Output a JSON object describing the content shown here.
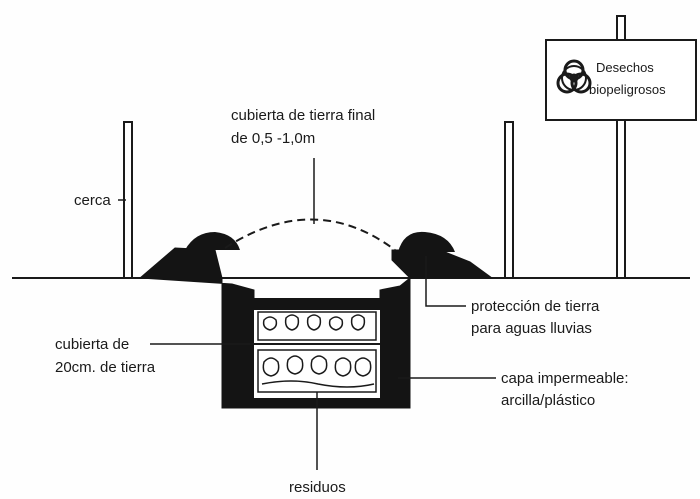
{
  "labels": {
    "final_cover_line1": "cubierta de tierra final",
    "final_cover_line2": "de 0,5 -1,0m",
    "fence": "cerca",
    "rain_protection_line1": "protección de tierra",
    "rain_protection_line2": "para aguas lluvias",
    "soil_cover_line1": "cubierta de",
    "soil_cover_line2": "20cm. de tierra",
    "liner_line1": "capa impermeable:",
    "liner_line2": "arcilla/plástico",
    "waste": "residuos"
  },
  "sign": {
    "line1": "Desechos",
    "line2": "biopeligrosos",
    "icon": "biohazard-icon"
  },
  "colors": {
    "ink": "#1a1a1a",
    "background": "#fefefe"
  }
}
